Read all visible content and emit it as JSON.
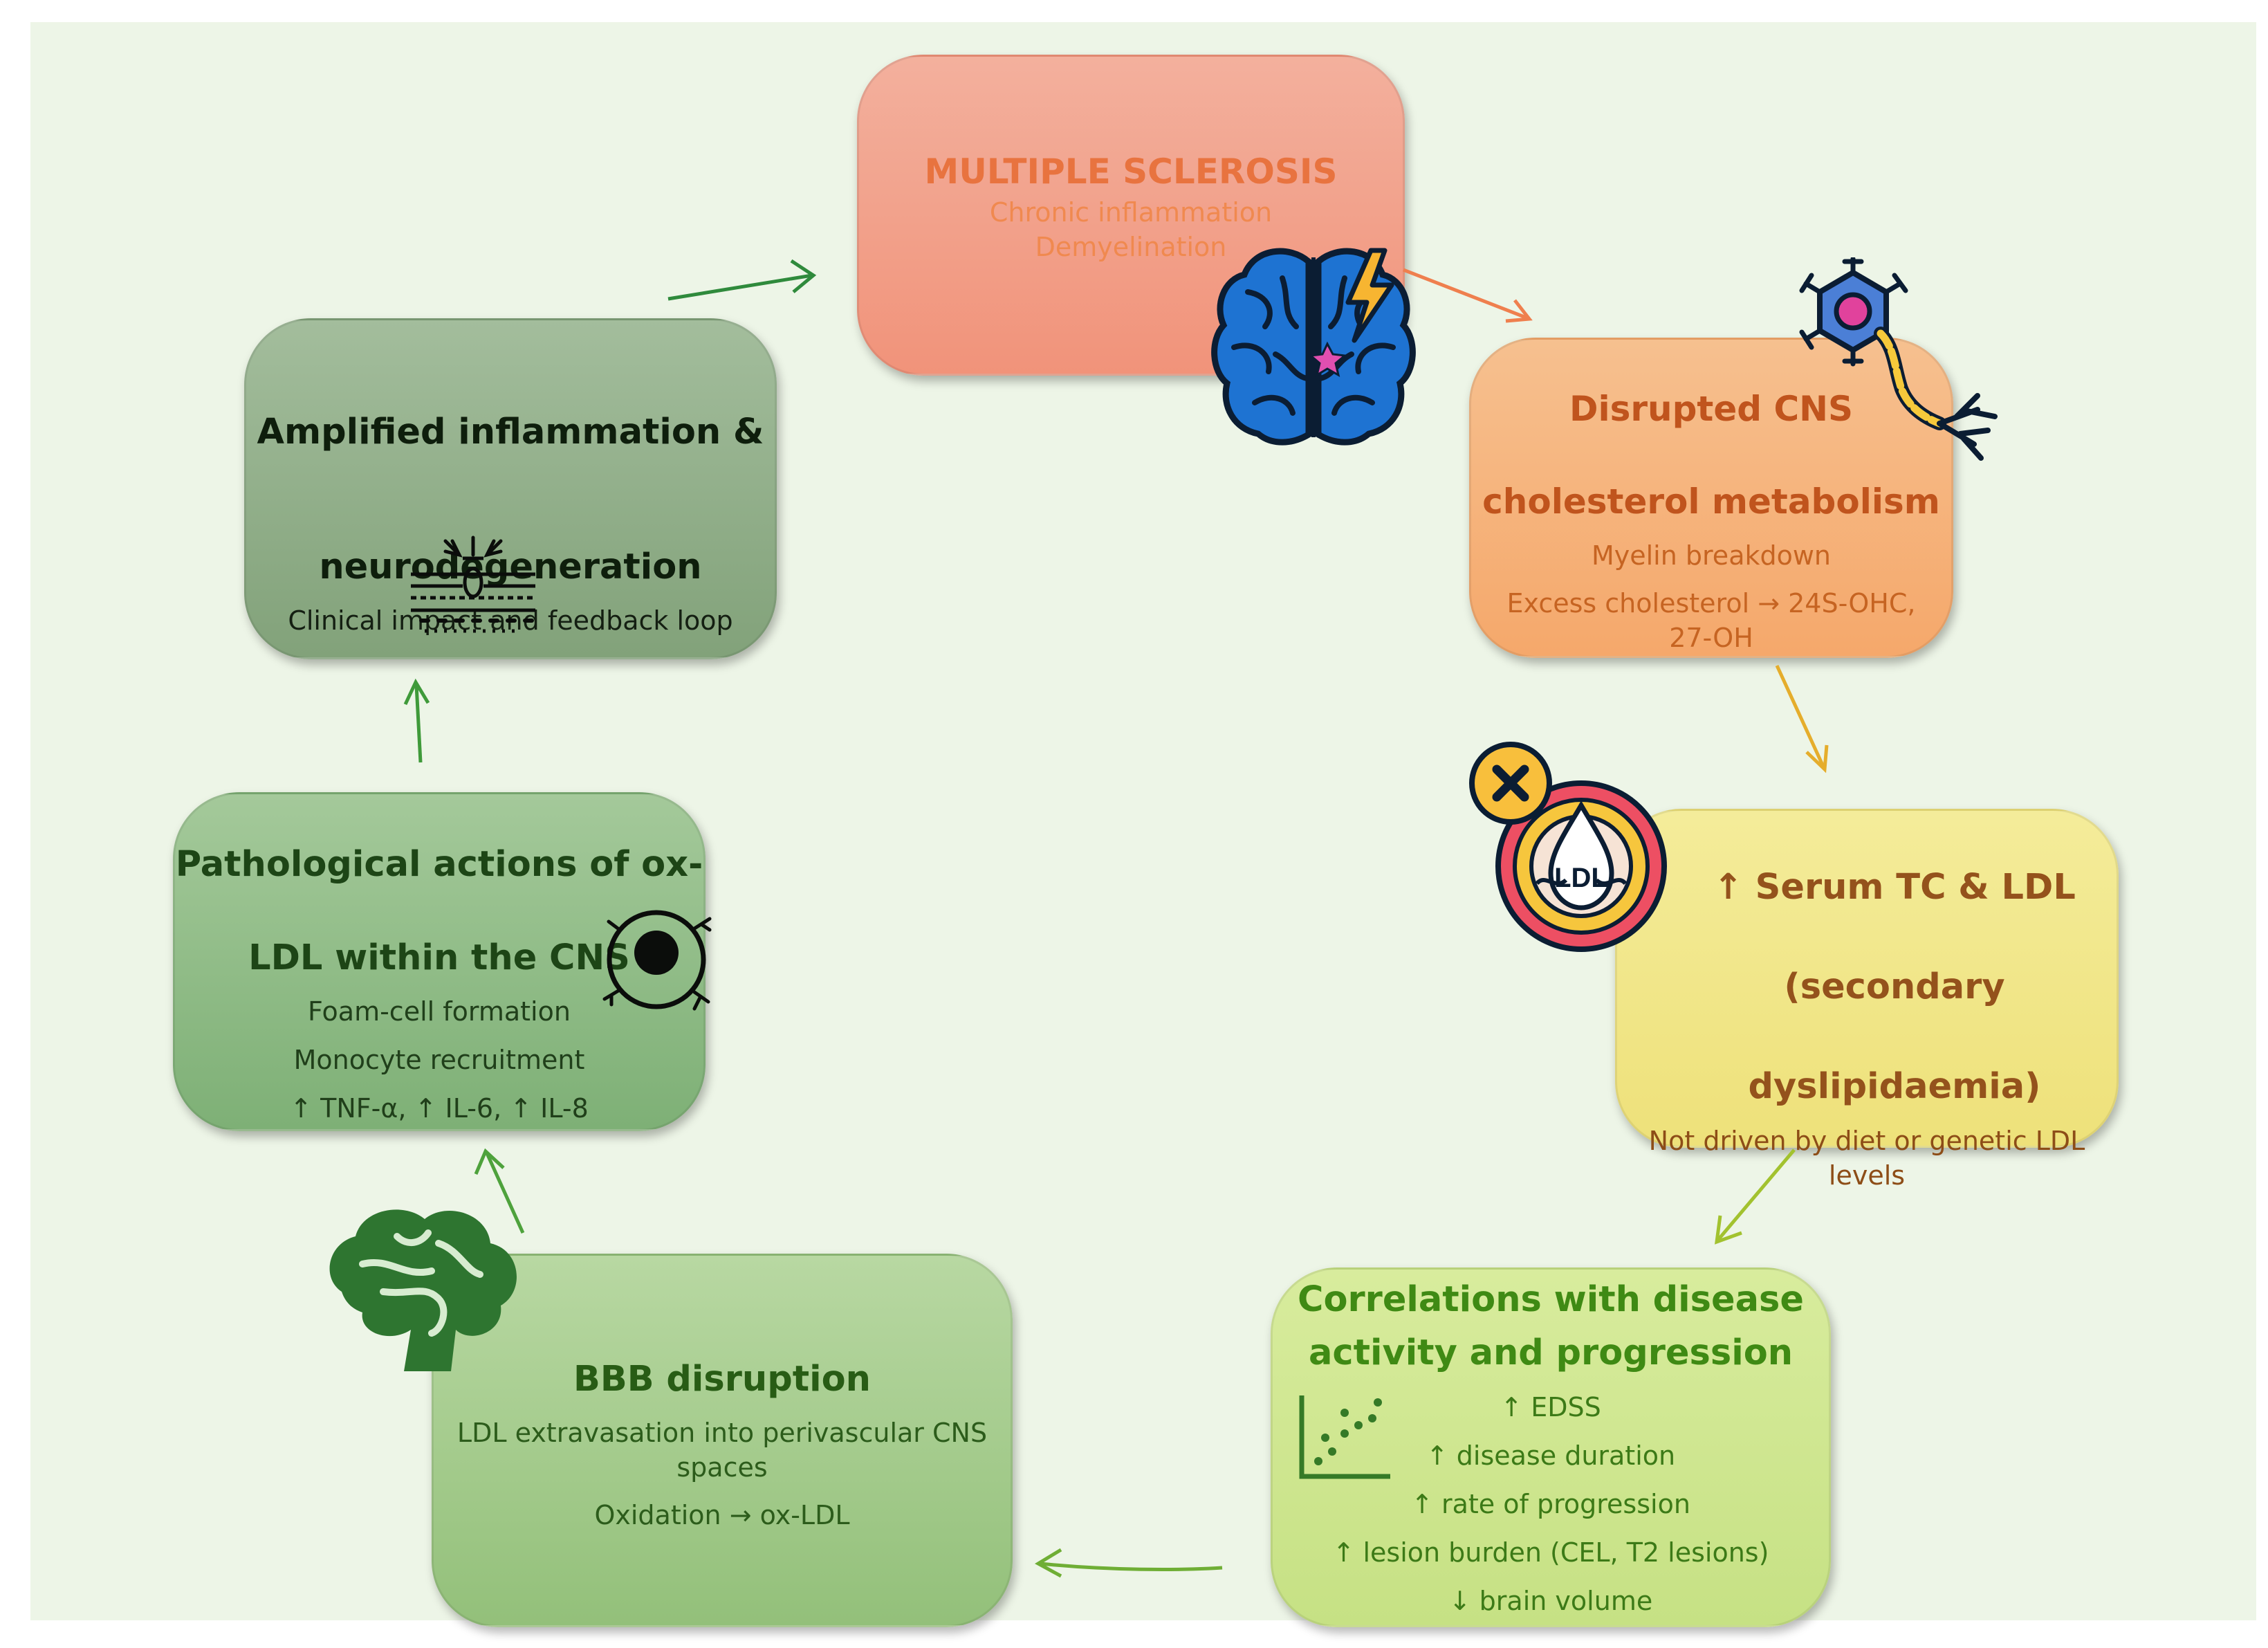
{
  "colors": {
    "background": "#edf5e7",
    "ms_box": "#f2a28a",
    "cns_box": "#f5b47c",
    "ldl_box": "#f1e78a",
    "corr_box": "#cfe690",
    "bbb_box": "#a6cc8e",
    "path_box": "#91bd88",
    "amp_box": "#93b08b",
    "arrow_orange": "#ef7f4e",
    "arrow_gold": "#e5ad2c",
    "arrow_yellowgreen": "#a2c22f",
    "arrow_green": "#3f9a3a"
  },
  "boxes": {
    "ms": {
      "title": "MULTIPLE SCLEROSIS",
      "lines": [
        "Chronic inflammation",
        "Demyelination"
      ]
    },
    "cns": {
      "title_line1": "Disrupted CNS",
      "title_line2": "cholesterol metabolism",
      "lines": [
        "Myelin breakdown",
        "Excess cholesterol → 24S-OHC,",
        "27-OH"
      ]
    },
    "ldl": {
      "title_line1": "↑ Serum TC & LDL",
      "title_line2": "(secondary",
      "title_line3": "dyslipidaemia)",
      "lines": [
        "Not driven by diet or genetic LDL",
        "levels"
      ]
    },
    "corr": {
      "title_line1": "Correlations with disease",
      "title_line2": "activity and progression",
      "lines": [
        "↑ EDSS",
        "↑ disease duration",
        "↑ rate of progression",
        "↑ lesion burden (CEL, T2 lesions)",
        "↓ brain volume"
      ]
    },
    "bbb": {
      "title": "BBB disruption",
      "lines": [
        "LDL extravasation into perivascular CNS",
        "spaces",
        "Oxidation → ox-LDL"
      ]
    },
    "path": {
      "title_line1": "Pathological actions of ox-",
      "title_line2": "LDL within the CNS",
      "lines": [
        "Foam-cell formation",
        "Monocyte recruitment",
        "↑ TNF-α, ↑ IL-6, ↑ IL-8"
      ]
    },
    "amp": {
      "title_line1": "Amplified inflammation &",
      "title_line2": "neurodegeneration",
      "lines": [
        "Clinical impact and feedback loop"
      ]
    }
  },
  "icons": {
    "brain": "brain-lightning-icon",
    "neuron": "neuron-icon",
    "ldl": "ldl-drop-icon",
    "ldl_label": "LDL",
    "scatter": "scatter-plot-icon",
    "bbb": "brain-vessels-icon",
    "cell": "foam-cell-icon",
    "tissue": "tissue-layer-icon"
  }
}
